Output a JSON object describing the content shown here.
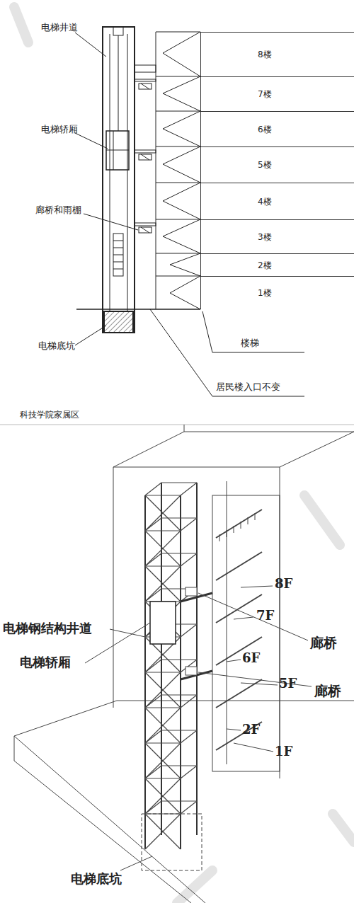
{
  "diagram": {
    "nodes": [
      {
        "text": [
          "8楼"
        ]
      },
      {
        "text": [
          "7楼"
        ]
      },
      {
        "text": [
          "6楼"
        ]
      },
      {
        "text": [
          "5楼"
        ]
      },
      {
        "text": [
          "4楼"
        ]
      },
      {
        "text": [
          "3楼"
        ]
      },
      {
        "text": [
          "2楼"
        ]
      },
      {
        "text": [
          "1楼"
        ]
      }
    ],
    "labels": [
      "电梯井道",
      "电梯轿厢",
      "廊桥和雨棚",
      "电梯底坑",
      "楼梯",
      "居民楼入口不变",
      "科技学院家属区",
      "8F",
      "7F",
      "电梯钢结构井道",
      "电梯轿厢",
      "廊桥",
      "6F",
      "5F",
      "廊桥",
      "2F",
      "1F",
      "电梯底坑"
    ]
  }
}
